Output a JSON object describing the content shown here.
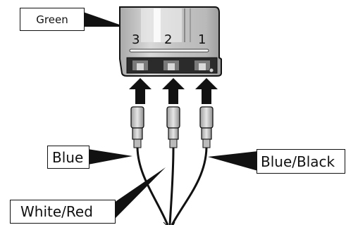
{
  "connector": {
    "color_label": "Green",
    "pins": [
      "3",
      "2",
      "1"
    ]
  },
  "wires": {
    "blue": "Blue",
    "blue_black": "Blue/Black",
    "white_red": "White/Red"
  },
  "colors": {
    "connector_body": "#c8c8c8",
    "line": "#111111",
    "arrow": "#111111"
  }
}
